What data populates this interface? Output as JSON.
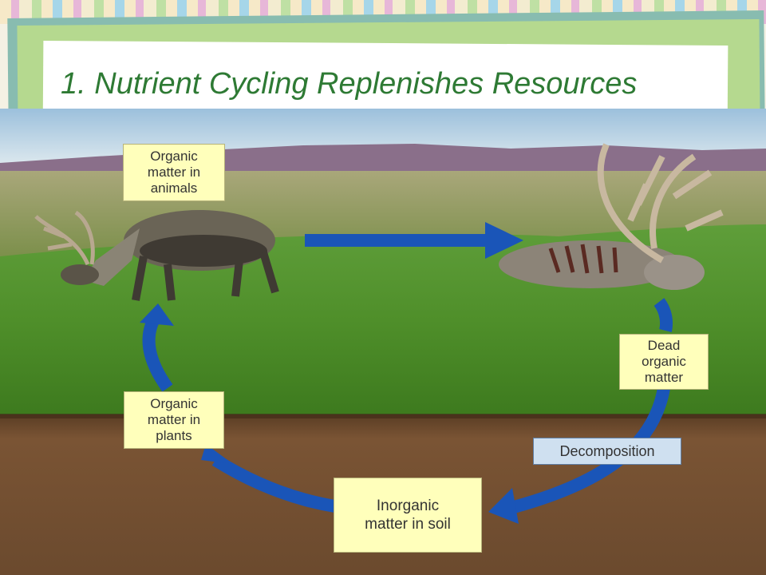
{
  "slide": {
    "title": "1. Nutrient Cycling Replenishes Resources"
  },
  "diagram": {
    "nodes": {
      "animals": "Organic\nmatter in\nanimals",
      "dead": "Dead\norganic\nmatter",
      "decomposition": "Decomposition",
      "soil": "Inorganic\nmatter in soil",
      "plants": "Organic\nmatter in\nplants"
    },
    "colors": {
      "arrow": "#1a55b8",
      "label_fill": "#ffffbb",
      "process_fill": "#cfe0f0",
      "title": "#2e7a34"
    }
  }
}
